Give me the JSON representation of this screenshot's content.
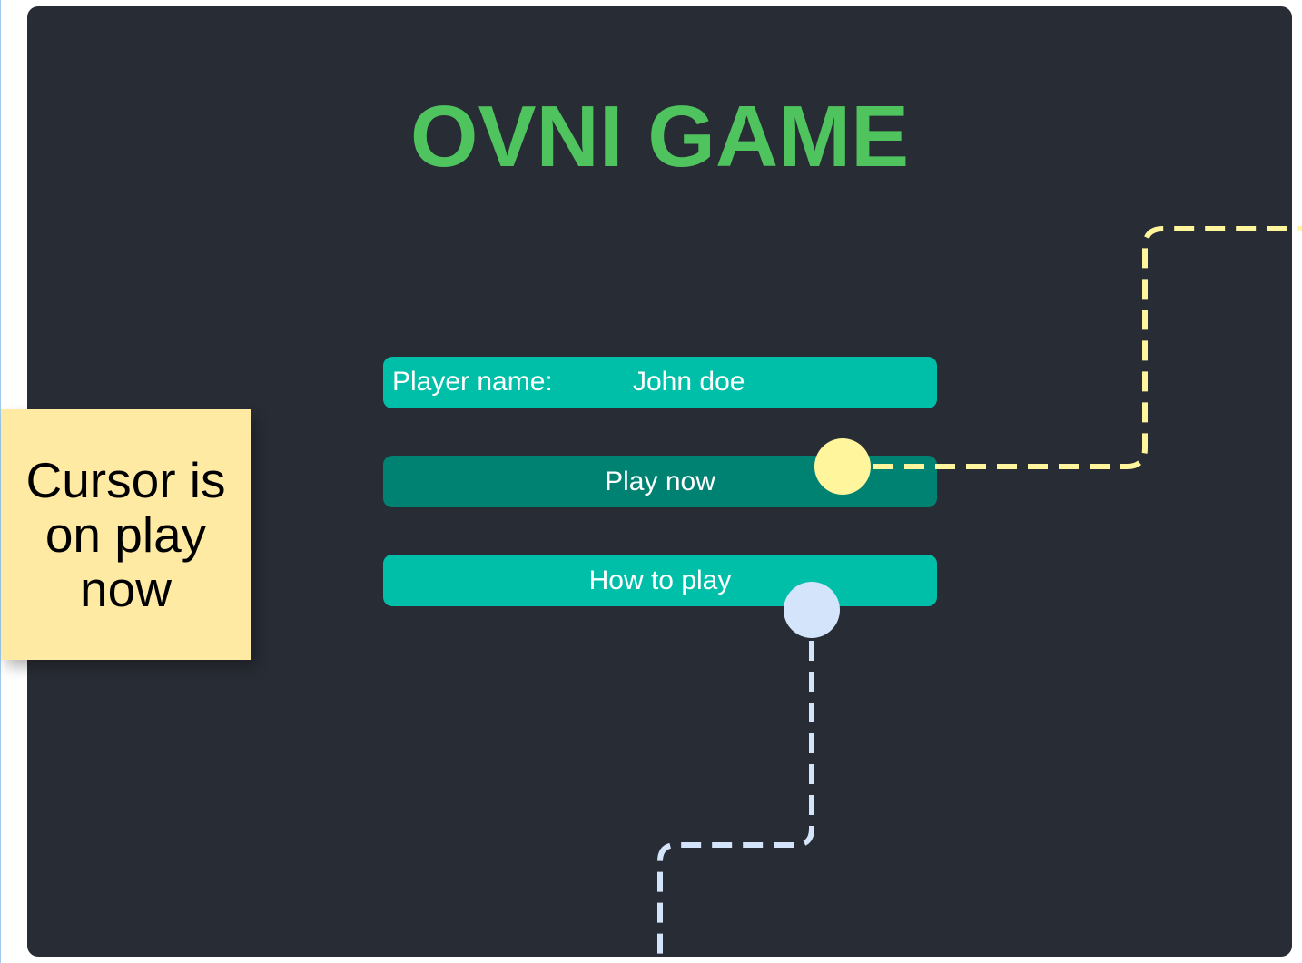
{
  "game": {
    "title": "OVNI GAME"
  },
  "menu": {
    "player_label": "Player name:",
    "player_value": "John doe",
    "play_label": "Play now",
    "how_label": "How to play"
  },
  "annotation": {
    "note_text": "Cursor is on play now"
  },
  "colors": {
    "canvas_background": "#282c34",
    "title": "#4fc35e",
    "button": "#00bfa8",
    "button_hover": "#008272",
    "note": "#ffeaa3",
    "connector_yellow": "#fff59d",
    "connector_blue": "#d3e4fb"
  }
}
